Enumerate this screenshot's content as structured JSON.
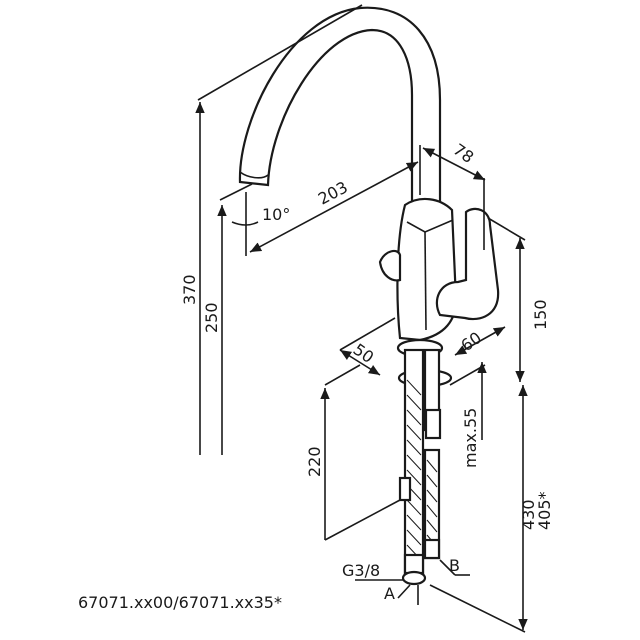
{
  "drawing": {
    "part_number": "67071.xx00/67071.xx35*",
    "dimensions": {
      "total_height": "370",
      "spout_height": "250",
      "spout_reach": "203",
      "spout_angle": "10°",
      "handle_depth": "78",
      "body_height": "150",
      "base_width": "50",
      "base_depth": "60",
      "max_deck": "max.55",
      "shank_length": "220",
      "hose_length": "430",
      "hose_length_alt": "405*"
    },
    "connections": {
      "thread": "G3/8",
      "port_a": "A",
      "port_b": "B"
    }
  }
}
